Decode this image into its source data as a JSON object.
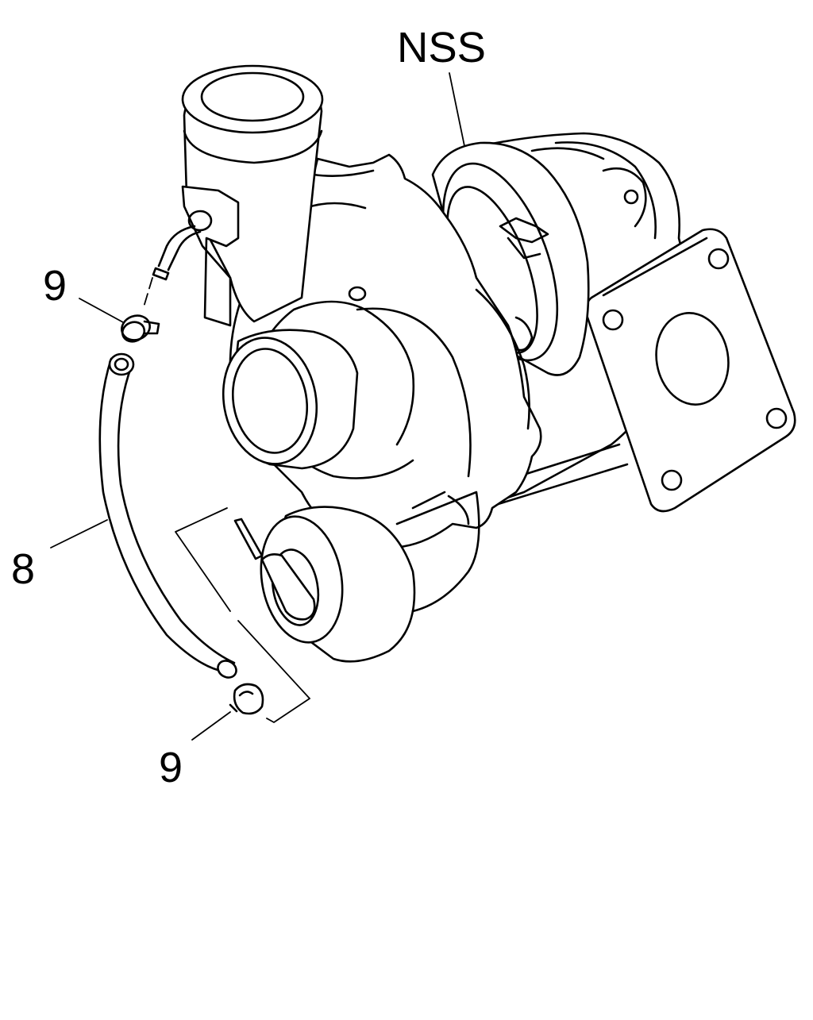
{
  "labels": {
    "nss": "NSS",
    "part_8": "8",
    "part_9_upper": "9",
    "part_9_lower": "9"
  },
  "colors": {
    "line": "#000000",
    "background": "#ffffff"
  }
}
